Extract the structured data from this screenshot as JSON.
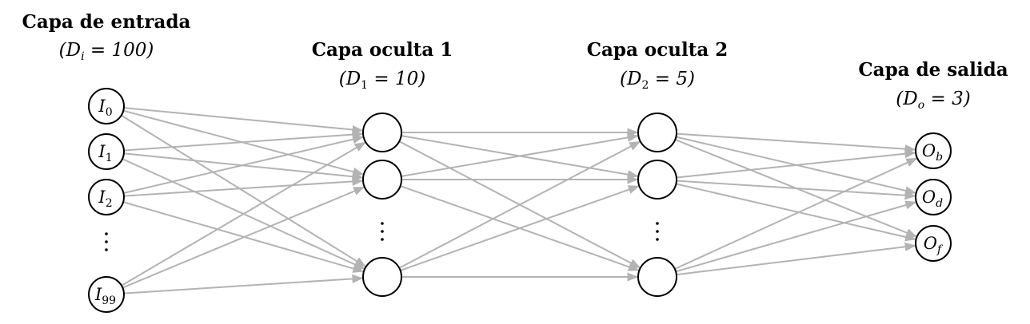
{
  "layers": [
    {
      "id": "input",
      "title": "Capa de entrada",
      "dim_var": "D",
      "dim_sub": "i",
      "dim_value": "100",
      "nodes": [
        {
          "label": "I",
          "sub": "0"
        },
        {
          "label": "I",
          "sub": "1"
        },
        {
          "label": "I",
          "sub": "2"
        },
        {
          "ellipsis": true
        },
        {
          "label": "I",
          "sub": "99"
        }
      ]
    },
    {
      "id": "hidden1",
      "title": "Capa oculta 1",
      "dim_var": "D",
      "dim_sub": "1",
      "dim_value": "10",
      "nodes": [
        {
          "label": "",
          "sub": ""
        },
        {
          "label": "",
          "sub": ""
        },
        {
          "ellipsis": true
        },
        {
          "label": "",
          "sub": ""
        }
      ]
    },
    {
      "id": "hidden2",
      "title": "Capa oculta 2",
      "dim_var": "D",
      "dim_sub": "2",
      "dim_value": "5",
      "nodes": [
        {
          "label": "",
          "sub": ""
        },
        {
          "label": "",
          "sub": ""
        },
        {
          "ellipsis": true
        },
        {
          "label": "",
          "sub": ""
        }
      ]
    },
    {
      "id": "output",
      "title": "Capa de salida",
      "dim_var": "D",
      "dim_sub": "o",
      "dim_value": "3",
      "nodes": [
        {
          "label": "O",
          "sub": "b",
          "sub_italic": true
        },
        {
          "label": "O",
          "sub": "d",
          "sub_italic": true
        },
        {
          "label": "O",
          "sub": "f",
          "sub_italic": true
        }
      ]
    }
  ],
  "colors": {
    "edge": "#b3b3b3",
    "node_stroke": "#000000",
    "node_fill": "#ffffff",
    "text": "#000000"
  }
}
